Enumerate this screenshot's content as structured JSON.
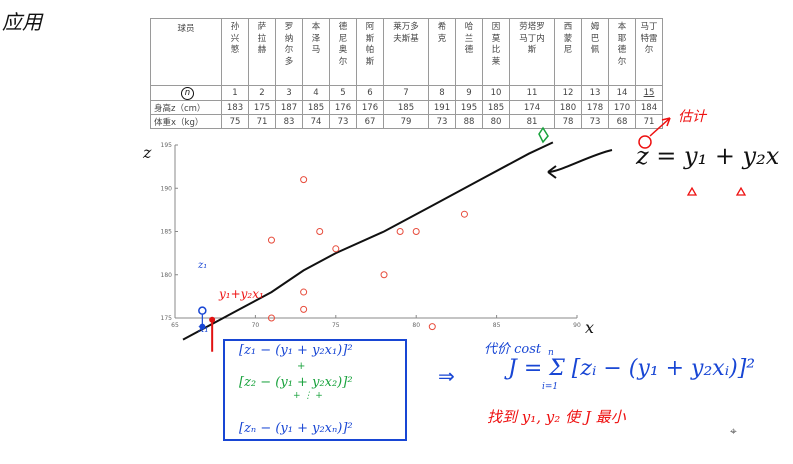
{
  "note": {
    "apply": "应用"
  },
  "table": {
    "header_label": "球员",
    "players": [
      "孙兴慜",
      "萨拉赫",
      "罗纳尔多",
      "本泽马",
      "德尼奥尔",
      "阿斯帕斯",
      "莱万多夫斯基",
      "希克",
      "哈兰德",
      "因莫比莱",
      "劳塔罗马丁内斯",
      "西蒙尼",
      "姆巴佩",
      "本耶德尔",
      "马丁特雷尔"
    ],
    "index_label": "n",
    "index": [
      "1",
      "2",
      "3",
      "4",
      "5",
      "6",
      "7",
      "8",
      "9",
      "10",
      "11",
      "12",
      "13",
      "14",
      "15"
    ],
    "height_label": "身高z（cm）",
    "heights": [
      "183",
      "175",
      "187",
      "185",
      "176",
      "176",
      "185",
      "191",
      "195",
      "185",
      "174",
      "180",
      "178",
      "170",
      "184"
    ],
    "weight_label": "体重x（kg）",
    "weights": [
      "75",
      "71",
      "83",
      "74",
      "73",
      "67",
      "79",
      "73",
      "88",
      "80",
      "81",
      "78",
      "73",
      "68",
      "71"
    ]
  },
  "chart_data": {
    "type": "scatter",
    "xlim": [
      65,
      90
    ],
    "ylim": [
      175,
      195
    ],
    "xticks": [
      "65",
      "70",
      "75",
      "80",
      "85",
      "90"
    ],
    "yticks": [
      "175",
      "180",
      "185",
      "190",
      "195"
    ],
    "xlabel": "x",
    "ylabel": "z",
    "points": [
      {
        "x": 71,
        "y": 175
      },
      {
        "x": 73,
        "y": 176
      },
      {
        "x": 73,
        "y": 178
      },
      {
        "x": 71,
        "y": 184
      },
      {
        "x": 73,
        "y": 191
      },
      {
        "x": 74,
        "y": 185
      },
      {
        "x": 75,
        "y": 183
      },
      {
        "x": 78,
        "y": 180
      },
      {
        "x": 79,
        "y": 185
      },
      {
        "x": 80,
        "y": 185
      },
      {
        "x": 81,
        "y": 174
      },
      {
        "x": 83,
        "y": 187
      }
    ],
    "fit_curve": [
      {
        "x": 65.5,
        "y": 172.5
      },
      {
        "x": 67,
        "y": 174
      },
      {
        "x": 69,
        "y": 176
      },
      {
        "x": 71,
        "y": 178
      },
      {
        "x": 73,
        "y": 180.5
      },
      {
        "x": 75,
        "y": 182.5
      },
      {
        "x": 78,
        "y": 185
      },
      {
        "x": 81,
        "y": 188
      },
      {
        "x": 84,
        "y": 191
      },
      {
        "x": 87,
        "y": 194
      },
      {
        "x": 88.5,
        "y": 195.3
      }
    ],
    "highlight": {
      "x": 67,
      "observed_y": 174,
      "fitted_y": 174.8
    },
    "colors": {
      "points": "#e74c3c",
      "curve": "#111111",
      "observed": "#1846d4",
      "fitted": "#e11111",
      "axis": "#888888"
    }
  },
  "annotations": {
    "fit_equation": "z = y₁ + y₂x",
    "estimate": "估计",
    "point_label": "z₁",
    "x_label": "x₁",
    "fit_label": "y₁+y₂x₁",
    "line1": "[z₁ − (y₁ + y₂x₁)]²",
    "line2": "[z₂ − (y₁ + y₂x₂)]²",
    "dots": "+  ⋮  +",
    "plus": "+",
    "lineN": "[zₙ − (y₁ + y₂xₙ)]²",
    "arrow": "⇒",
    "cost_label": "代价 cost",
    "cost_formula": "J = Σ [zᵢ − (y₁ + y₂xᵢ)]²",
    "sum_top": "n",
    "sum_bottom": "i=1",
    "goal": "找到 y₁, y₂ 使 J 最小"
  }
}
